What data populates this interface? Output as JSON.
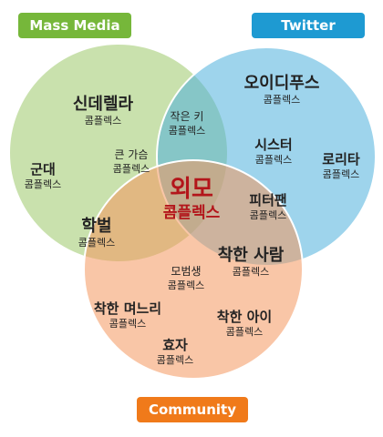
{
  "sets": {
    "mass_media": {
      "label": "Mass Media",
      "color": "#76b73a"
    },
    "twitter": {
      "label": "Twitter",
      "color": "#1e9ad2"
    },
    "community": {
      "label": "Community",
      "color": "#f07a1a"
    }
  },
  "center": {
    "title": "외모",
    "subtitle": "콤플렉스"
  },
  "items": {
    "cinderella": {
      "title": "신데렐라",
      "subtitle": "콤플렉스"
    },
    "small_height": {
      "title": "작은 키",
      "subtitle": "콤플렉스"
    },
    "oedipus": {
      "title": "오이디푸스",
      "subtitle": "콤플렉스"
    },
    "big_chest": {
      "title": "큰 가슴",
      "subtitle": "콤플렉스"
    },
    "military": {
      "title": "군대",
      "subtitle": "콤플렉스"
    },
    "sister": {
      "title": "시스터",
      "subtitle": "콤플렉스"
    },
    "lolita": {
      "title": "로리타",
      "subtitle": "콤플렉스"
    },
    "peter_pan": {
      "title": "피터팬",
      "subtitle": "콤플렉스"
    },
    "education": {
      "title": "학벌",
      "subtitle": "콤플렉스"
    },
    "good_person": {
      "title": "착한 사람",
      "subtitle": "콤플렉스"
    },
    "model_student": {
      "title": "모범생",
      "subtitle": "콤플렉스"
    },
    "good_daughter_in_law": {
      "title": "착한 며느리",
      "subtitle": "콤플렉스"
    },
    "good_child": {
      "title": "착한 아이",
      "subtitle": "콤플렉스"
    },
    "filial_child": {
      "title": "효자",
      "subtitle": "콤플렉스"
    }
  }
}
